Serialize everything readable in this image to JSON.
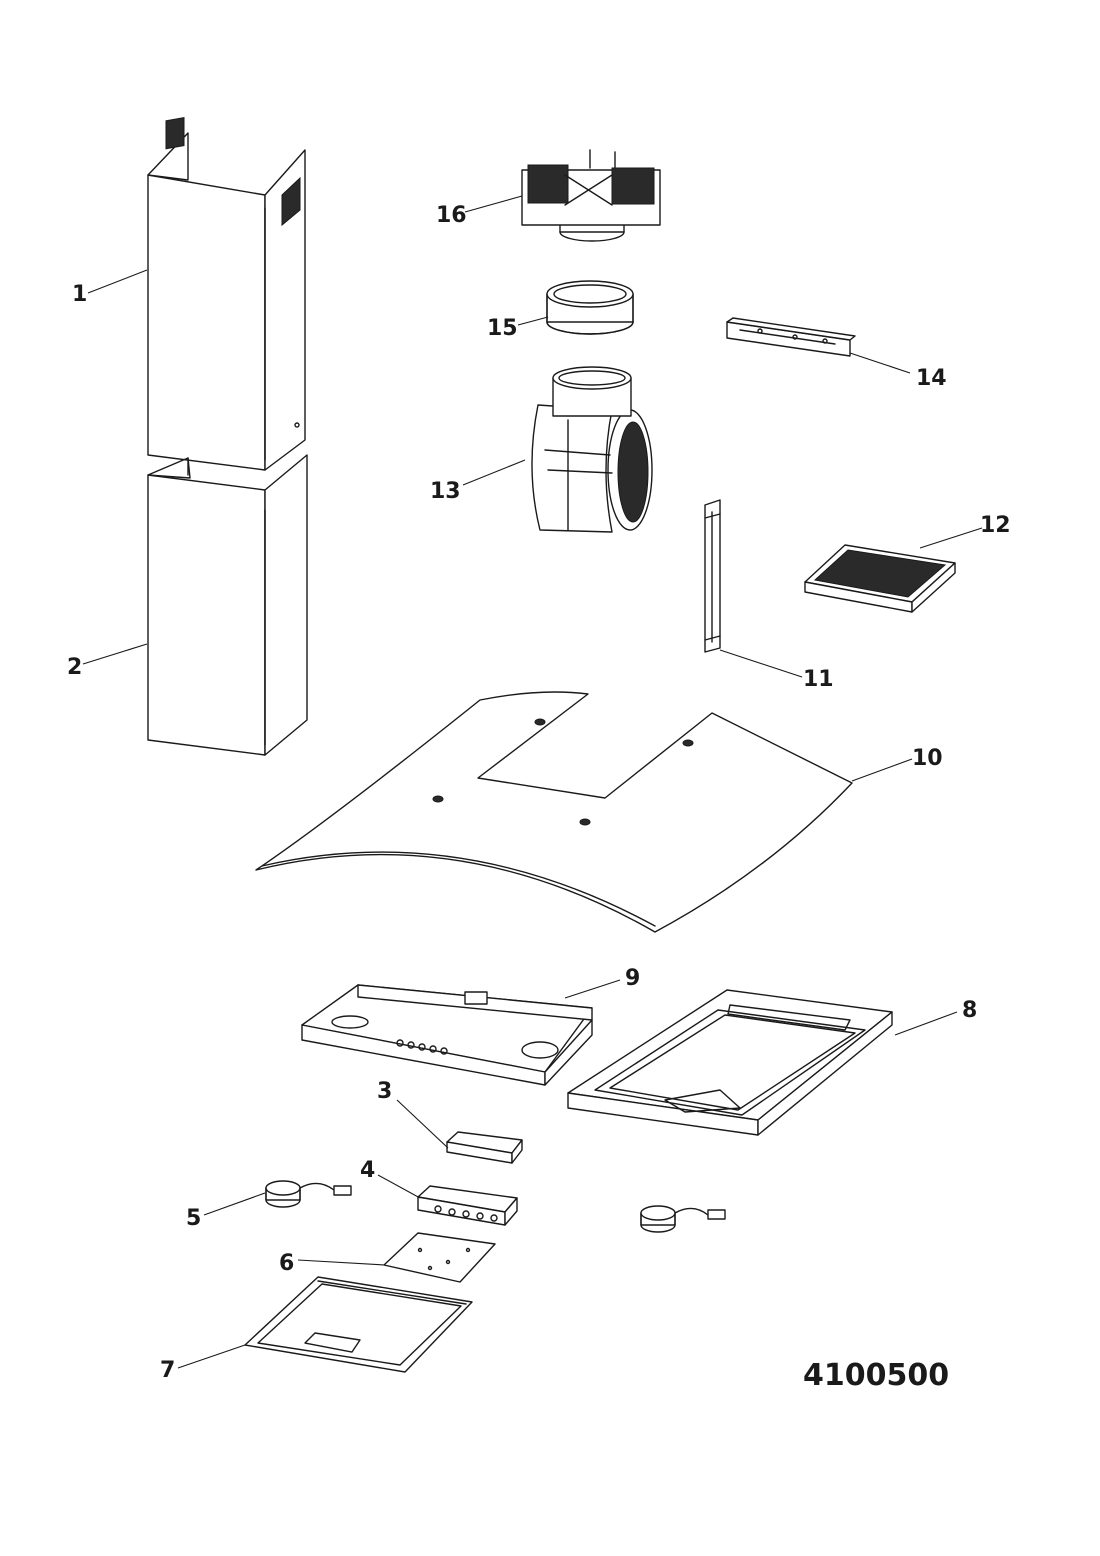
{
  "callouts": [
    {
      "id": "1",
      "label": "1"
    },
    {
      "id": "2",
      "label": "2"
    },
    {
      "id": "3",
      "label": "3"
    },
    {
      "id": "4",
      "label": "4"
    },
    {
      "id": "5",
      "label": "5"
    },
    {
      "id": "6",
      "label": "6"
    },
    {
      "id": "7",
      "label": "7"
    },
    {
      "id": "8",
      "label": "8"
    },
    {
      "id": "9",
      "label": "9"
    },
    {
      "id": "10",
      "label": "10"
    },
    {
      "id": "11",
      "label": "11"
    },
    {
      "id": "12",
      "label": "12"
    },
    {
      "id": "13",
      "label": "13"
    },
    {
      "id": "14",
      "label": "14"
    },
    {
      "id": "15",
      "label": "15"
    },
    {
      "id": "16",
      "label": "16"
    }
  ],
  "drawing_code": "4100500"
}
